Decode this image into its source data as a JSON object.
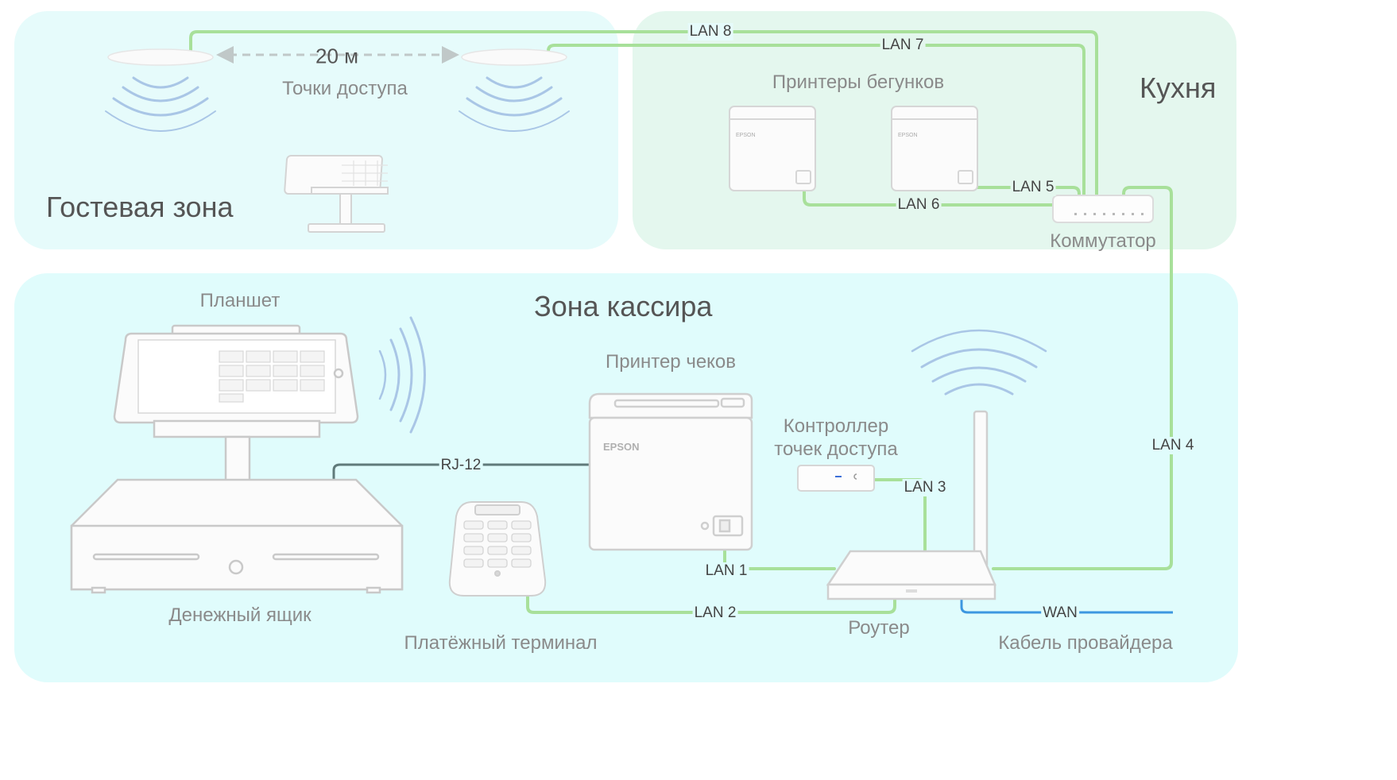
{
  "zones": {
    "guest": "Гостевая зона",
    "kitchen": "Кухня",
    "cashier": "Зона кассира"
  },
  "devices": {
    "access_points": "Точки доступа",
    "distance": "20 м",
    "kitchen_printers": "Принтеры бегунков",
    "switch": "Коммутатор",
    "tablet": "Планшет",
    "receipt_printer": "Принтер чеков",
    "ap_controller_line1": "Контроллер",
    "ap_controller_line2": "точек доступа",
    "cash_drawer": "Денежный ящик",
    "payment_terminal": "Платёжный терминал",
    "router": "Роутер",
    "provider_cable": "Кабель провайдера"
  },
  "links": {
    "lan1": "LAN 1",
    "lan2": "LAN 2",
    "lan3": "LAN 3",
    "lan4": "LAN 4",
    "lan5": "LAN 5",
    "lan6": "LAN 6",
    "lan7": "LAN 7",
    "lan8": "LAN 8",
    "rj12": "RJ-12",
    "wan": "WAN"
  },
  "printer_brand": "EPSON",
  "colors": {
    "guest_zone": "#e6fbfb",
    "kitchen_zone": "#e4f7ee",
    "cashier_zone": "#e0fcfc",
    "lan_cable": "#a8e09a",
    "wan_cable": "#3c97e0",
    "rj12_cable": "#607a7a",
    "wifi_waves": "#a9c6e6"
  }
}
